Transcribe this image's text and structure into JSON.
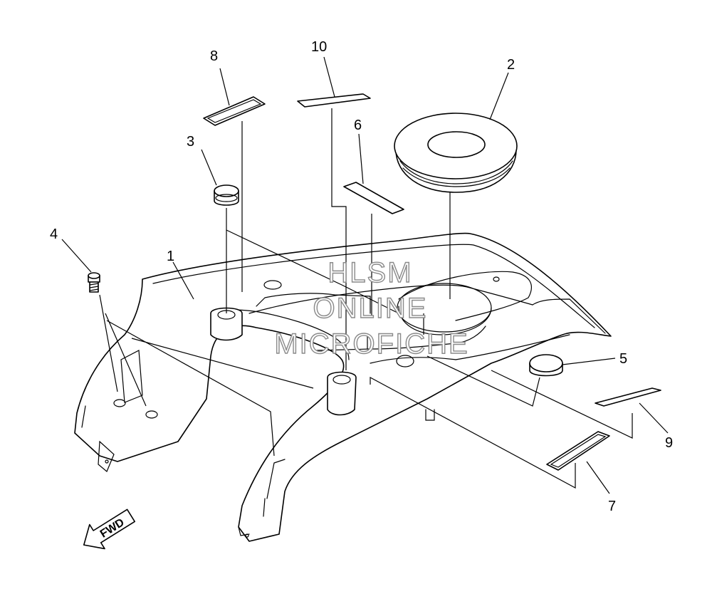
{
  "callouts": [
    {
      "id": "1",
      "label": "1"
    },
    {
      "id": "2",
      "label": "2"
    },
    {
      "id": "3",
      "label": "3"
    },
    {
      "id": "4",
      "label": "4"
    },
    {
      "id": "5",
      "label": "5"
    },
    {
      "id": "6",
      "label": "6"
    },
    {
      "id": "7",
      "label": "7"
    },
    {
      "id": "8",
      "label": "8"
    },
    {
      "id": "9",
      "label": "9"
    },
    {
      "id": "10",
      "label": "10"
    }
  ],
  "watermark": {
    "line1": "HLSM",
    "line2": "ONLINE",
    "line3": "MICROFICHE"
  },
  "direction_marker": {
    "text": "FWD",
    "icon": "forward-arrow-icon"
  }
}
